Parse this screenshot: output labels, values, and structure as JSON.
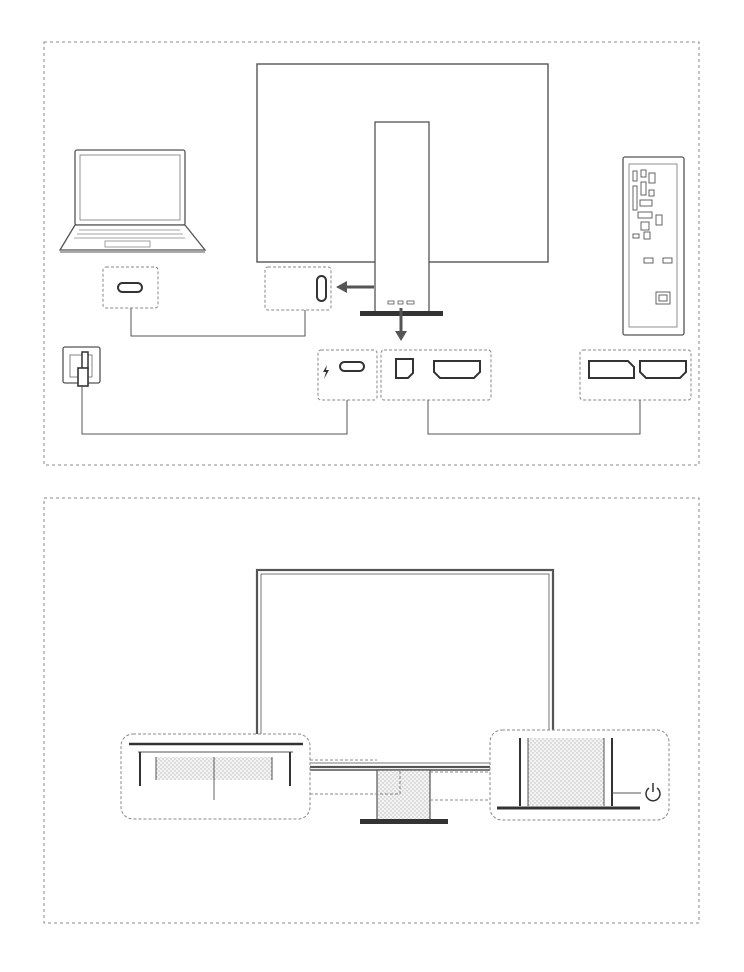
{
  "diagram": {
    "panels": [
      {
        "name": "connection-panel"
      },
      {
        "name": "power-button-panel"
      }
    ],
    "devices": [
      "laptop",
      "monitor",
      "desktop-pc",
      "wall-outlet"
    ],
    "ports": {
      "laptop": [
        "usb-c"
      ],
      "monitor_side": [
        "usb-c"
      ],
      "monitor_bottom": [
        "usb-c-power",
        "displayport",
        "hdmi"
      ],
      "desktop_pc": [
        "displayport",
        "hdmi"
      ]
    },
    "connections": [
      {
        "from": "laptop-usb-c",
        "to": "monitor-usb-c"
      },
      {
        "from": "wall-outlet",
        "to": "monitor-usb-c-power"
      },
      {
        "from": "monitor-displayport-hdmi",
        "to": "desktop-pc-displayport-hdmi"
      }
    ],
    "icons": [
      "lightning-icon",
      "power-icon"
    ],
    "colors": {
      "line": "#555555",
      "dashed": "#8a8a8a",
      "accent_dark": "#333333",
      "dot_fill": "#e6e6e6"
    }
  }
}
